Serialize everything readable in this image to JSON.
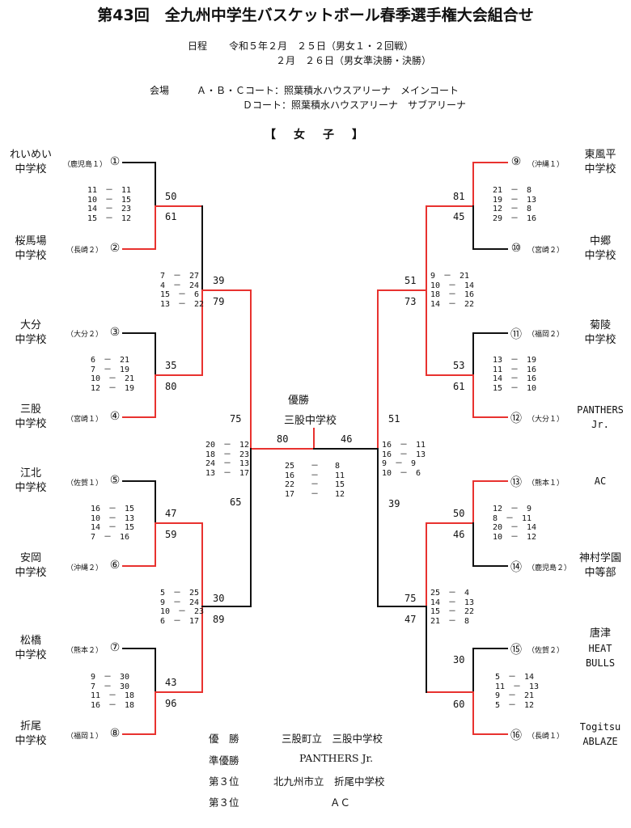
{
  "title": "第43回　全九州中学生バスケットボール春季選手権大会組合せ",
  "schedule": {
    "label": "日程",
    "line1": "令和５年２月　２５日（男女１・２回戦）",
    "line2": "２月　２６日（男女準決勝・決勝）"
  },
  "venue": {
    "label": "会場",
    "line1": "Ａ・Ｂ・Ｃコート：照葉積水ハウスアリーナ　メインコート",
    "line2": "Ｄコート：照葉積水ハウスアリーナ　サブアリーナ"
  },
  "section_title": "【　女　子　】",
  "colors": {
    "winner_line": "#e8322f",
    "loser_line": "#111111"
  },
  "teams": [
    {
      "seed": "①",
      "line1": "れいめい",
      "line2": "中学校",
      "pref": "（鹿児島１）"
    },
    {
      "seed": "②",
      "line1": "桜馬場",
      "line2": "中学校",
      "pref": "（長崎２）"
    },
    {
      "seed": "③",
      "line1": "大分",
      "line2": "中学校",
      "pref": "（大分２）"
    },
    {
      "seed": "④",
      "line1": "三股",
      "line2": "中学校",
      "pref": "（宮崎１）"
    },
    {
      "seed": "⑤",
      "line1": "江北",
      "line2": "中学校",
      "pref": "（佐賀１）"
    },
    {
      "seed": "⑥",
      "line1": "安岡",
      "line2": "中学校",
      "pref": "（沖縄２）"
    },
    {
      "seed": "⑦",
      "line1": "松橋",
      "line2": "中学校",
      "pref": "（熊本２）"
    },
    {
      "seed": "⑧",
      "line1": "折尾",
      "line2": "中学校",
      "pref": "（福岡１）"
    },
    {
      "seed": "⑨",
      "line1": "東風平",
      "line2": "中学校",
      "pref": "（沖縄１）"
    },
    {
      "seed": "⑩",
      "line1": "中郷",
      "line2": "中学校",
      "pref": "（宮崎２）"
    },
    {
      "seed": "⑪",
      "line1": "菊陵",
      "line2": "中学校",
      "pref": "（福岡２）"
    },
    {
      "seed": "⑫",
      "line1": "PANTHERS",
      "line2": "Jr.",
      "pref": "（大分１）"
    },
    {
      "seed": "⑬",
      "line1": "AC",
      "line2": "",
      "pref": "（熊本１）"
    },
    {
      "seed": "⑭",
      "line1": "神村学園",
      "line2": "中等部",
      "pref": "（鹿児島２）"
    },
    {
      "seed": "⑮",
      "line1": "唐津",
      "line2": "HEAT",
      "line3": "BULLS",
      "pref": "（佐賀２）"
    },
    {
      "seed": "⑯",
      "line1": "Togitsu",
      "line2": "ABLAZE",
      "pref": "（長崎１）"
    }
  ],
  "matches": {
    "r1_1": {
      "top": "50",
      "bottom": "61",
      "sets": [
        "11　－　11",
        "10　－　15",
        "14　－　23",
        "15　－　12"
      ]
    },
    "r1_2": {
      "top": "35",
      "bottom": "80",
      "sets": [
        "6　－　21",
        "7　－　19",
        "10　－　21",
        "12　－　19"
      ]
    },
    "r1_3": {
      "top": "47",
      "bottom": "59",
      "sets": [
        "16　－　15",
        "10　－　13",
        "14　－　15",
        "7　－　16"
      ]
    },
    "r1_4": {
      "top": "43",
      "bottom": "96",
      "sets": [
        "9　－　30",
        "7　－　30",
        "11　－　18",
        "16　－　18"
      ]
    },
    "r1_5": {
      "top": "81",
      "bottom": "45",
      "sets": [
        "21　－　8",
        "19　－　13",
        "12　－　8",
        "29　－　16"
      ]
    },
    "r1_6": {
      "top": "53",
      "bottom": "61",
      "sets": [
        "13　－　19",
        "11　－　16",
        "14　－　16",
        "15　－　10"
      ]
    },
    "r1_7": {
      "top": "50",
      "bottom": "46",
      "sets": [
        "12　－　9",
        "8　－　11",
        "20　－　14",
        "10　－　12"
      ]
    },
    "r1_8": {
      "top": "30",
      "bottom": "60",
      "sets": [
        "5　－　14",
        "11　－　13",
        "9　－　21",
        "5　－　12"
      ]
    },
    "r2_1": {
      "top": "39",
      "bottom": "79",
      "sets": [
        "7　－　27",
        "4　－　24",
        "15　－　6",
        "13　－　22"
      ]
    },
    "r2_2": {
      "top": "30",
      "bottom": "89",
      "sets": [
        "5　－　25",
        "9　－　24",
        "10　－　23",
        "6　－　17"
      ]
    },
    "r2_3": {
      "top": "51",
      "bottom": "73",
      "sets": [
        "9　－　21",
        "10　－　14",
        "18　－　16",
        "14　－　22"
      ]
    },
    "r2_4": {
      "top": "75",
      "bottom": "47",
      "sets": [
        "25　－　4",
        "14　－　13",
        "15　－　22",
        "21　－　8"
      ]
    },
    "sf_left": {
      "top": "75",
      "bottom": "65",
      "sets": [
        "20　－　12",
        "18　－　23",
        "24　－　13",
        "13　－　17"
      ]
    },
    "sf_right": {
      "top": "51",
      "bottom": "39",
      "sets": [
        "16　－　11",
        "16　－　13",
        "9　－　9",
        "10　－　6"
      ]
    },
    "final": {
      "left": "80",
      "right": "46",
      "sets": [
        "25　　－　　8",
        "16　　－　　11",
        "22　　－　　15",
        "17　　－　　12"
      ]
    }
  },
  "champion": {
    "label": "優勝",
    "name": "三股中学校"
  },
  "summary": [
    {
      "label": "優　勝",
      "value": "三股町立　三股中学校"
    },
    {
      "label": "準優勝",
      "value": "PANTHERS Jr."
    },
    {
      "label": "第３位",
      "value": "北九州市立　折尾中学校"
    },
    {
      "label": "第３位",
      "value": "ＡＣ"
    }
  ]
}
